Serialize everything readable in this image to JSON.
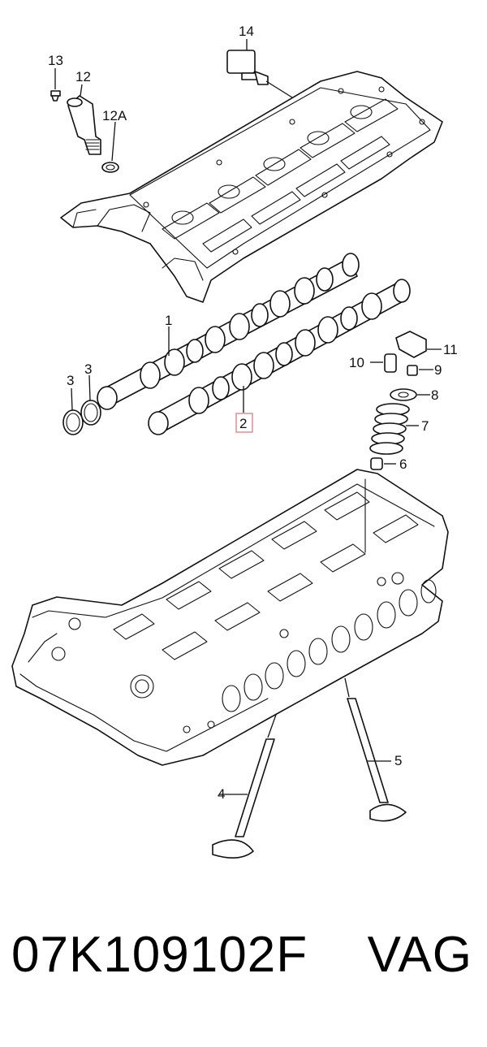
{
  "diagram": {
    "callouts": {
      "c1": "1",
      "c2": "2",
      "c3a": "3",
      "c3b": "3",
      "c4": "4",
      "c5": "5",
      "c6": "6",
      "c7": "7",
      "c8": "8",
      "c9": "9",
      "c10": "10",
      "c11": "11",
      "c12": "12",
      "c12a": "12A",
      "c13": "13",
      "c14": "14"
    },
    "highlighted_callout": "2"
  },
  "footer": {
    "part_number": "07K109102F",
    "brand": "VAG"
  }
}
